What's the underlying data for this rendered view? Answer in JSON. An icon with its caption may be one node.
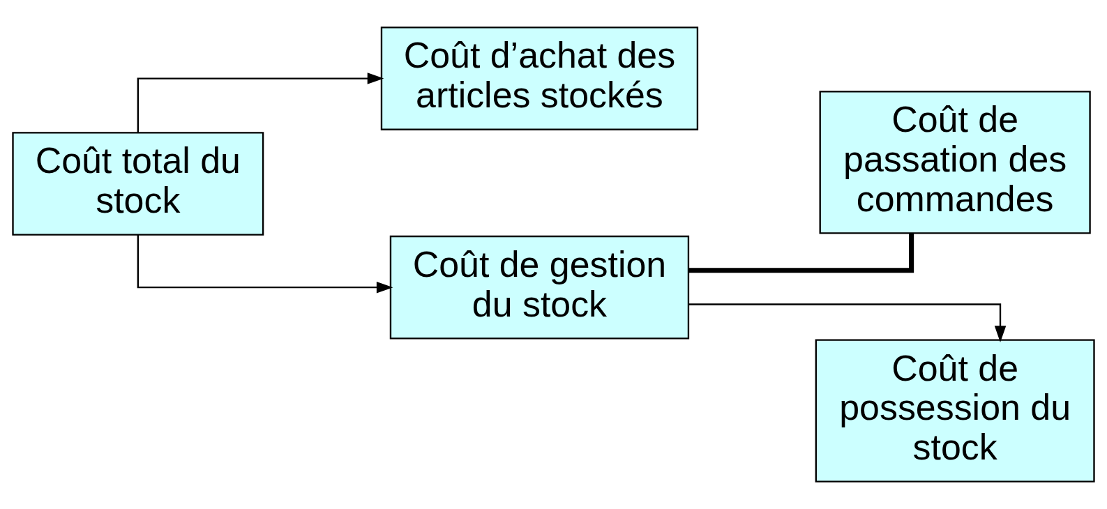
{
  "diagram": {
    "nodes": [
      {
        "text": [
          "Coût total du stock"
        ]
      },
      {
        "text": [
          "Coût d’achat des articles stockés"
        ]
      },
      {
        "text": [
          "Coût de gestion du stock"
        ]
      },
      {
        "text": [
          "Coût de passation des commandes"
        ]
      },
      {
        "text": [
          "Coût de possession du stock"
        ]
      }
    ],
    "edges": [
      {
        "from": 0,
        "to": 1,
        "arrow": "to"
      },
      {
        "from": 0,
        "to": 2,
        "arrow": "to"
      },
      {
        "from": 2,
        "to": 3,
        "arrow": "none",
        "style": "thick"
      },
      {
        "from": 2,
        "to": 4,
        "arrow": "to"
      }
    ]
  }
}
